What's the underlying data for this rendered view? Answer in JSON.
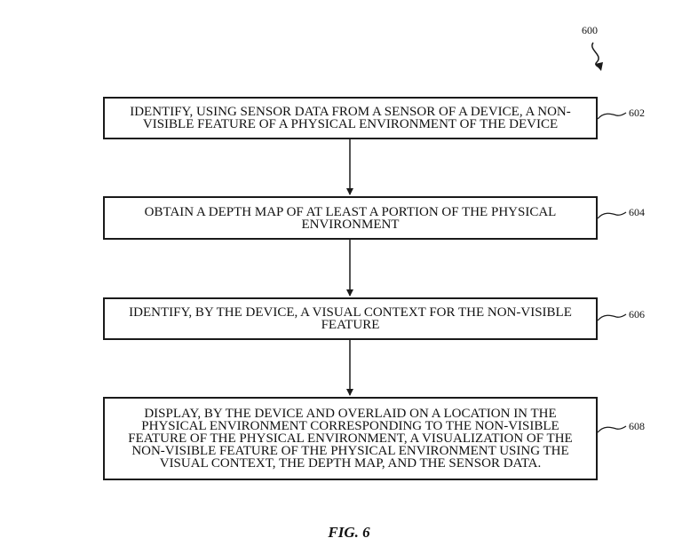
{
  "figure": {
    "number": "600",
    "caption": "FIG. 6"
  },
  "steps": [
    {
      "ref": "602",
      "text": "IDENTIFY, USING SENSOR DATA FROM A SENSOR OF A DEVICE, A NON-\nVISIBLE FEATURE OF A PHYSICAL ENVIRONMENT OF THE DEVICE"
    },
    {
      "ref": "604",
      "text": "OBTAIN A DEPTH MAP OF AT LEAST A PORTION OF THE PHYSICAL\nENVIRONMENT"
    },
    {
      "ref": "606",
      "text": "IDENTIFY, BY THE DEVICE, A VISUAL CONTEXT FOR THE NON-VISIBLE\nFEATURE"
    },
    {
      "ref": "608",
      "text": "DISPLAY, BY THE DEVICE AND OVERLAID ON A LOCATION IN THE\nPHYSICAL ENVIRONMENT CORRESPONDING TO THE NON-VISIBLE\nFEATURE OF THE PHYSICAL ENVIRONMENT, A VISUALIZATION OF THE\nNON-VISIBLE FEATURE OF THE PHYSICAL ENVIRONMENT USING THE\nVISUAL CONTEXT, THE DEPTH MAP, AND THE SENSOR DATA."
    }
  ]
}
